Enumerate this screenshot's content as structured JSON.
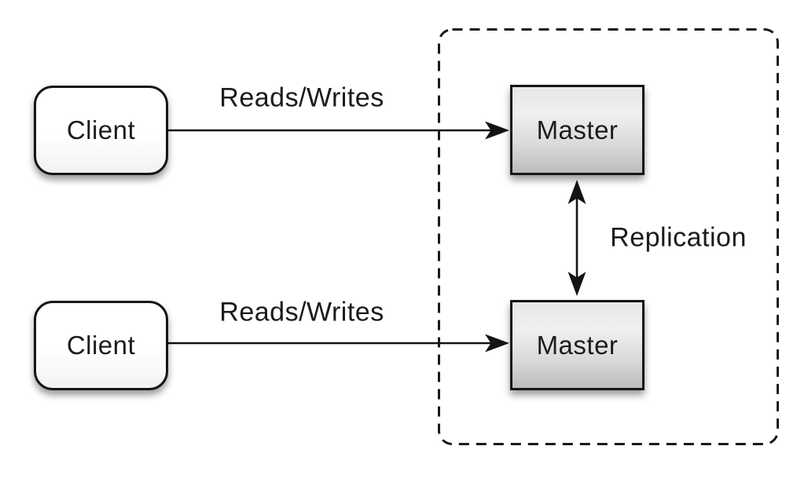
{
  "diagram": {
    "background_color": "#ffffff",
    "line_color": "#141414",
    "text_color": "#1c1c1c",
    "cluster": {
      "id": "replication-zone",
      "border_style": "dashed",
      "border_color": "#1a1a1a",
      "contains": [
        "master-1",
        "master-2"
      ]
    },
    "nodes": [
      {
        "id": "client-1",
        "label": "Client",
        "shape": "rounded-rectangle",
        "fill": "#ffffff"
      },
      {
        "id": "client-2",
        "label": "Client",
        "shape": "rounded-rectangle",
        "fill": "#ffffff"
      },
      {
        "id": "master-1",
        "label": "Master",
        "shape": "rectangle",
        "fill_gradient_top": "#ececec",
        "fill_gradient_bottom": "#bcbcbc"
      },
      {
        "id": "master-2",
        "label": "Master",
        "shape": "rectangle",
        "fill_gradient_top": "#ececec",
        "fill_gradient_bottom": "#bcbcbc"
      }
    ],
    "edges": [
      {
        "id": "client1-to-master1",
        "label": "Reads/Writes",
        "from": "client-1",
        "to": "master-1",
        "direction": "one-way"
      },
      {
        "id": "client2-to-master2",
        "label": "Reads/Writes",
        "from": "client-2",
        "to": "master-2",
        "direction": "one-way"
      },
      {
        "id": "master1-to-master2",
        "label": "Replication",
        "from": "master-1",
        "to": "master-2",
        "direction": "two-way"
      }
    ]
  }
}
